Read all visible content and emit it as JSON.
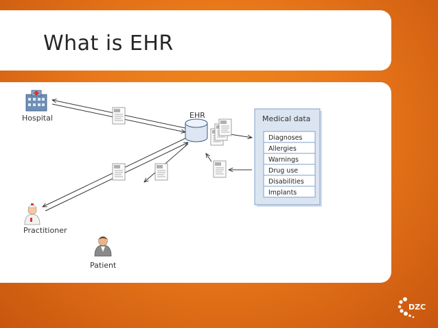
{
  "slide": {
    "title": "What is EHR"
  },
  "diagram": {
    "nodes": {
      "hospital": "Hospital",
      "ehr": "EHR",
      "practitioner": "Practitioner",
      "patient": "Patient"
    },
    "medical_data": {
      "title": "Medical data",
      "items": [
        "Diagnoses",
        "Allergies",
        "Warnings",
        "Drug use",
        "Disabilities",
        "Implants"
      ]
    }
  },
  "logo": {
    "text": "DZC"
  },
  "colors": {
    "background_orange": "#e9781a",
    "panel_white": "#ffffff",
    "medical_box_fill": "#dbe5f1",
    "medical_box_border": "#7f9fc9",
    "cylinder_fill": "#dde6f2",
    "cylinder_stroke": "#3b5a8a"
  }
}
